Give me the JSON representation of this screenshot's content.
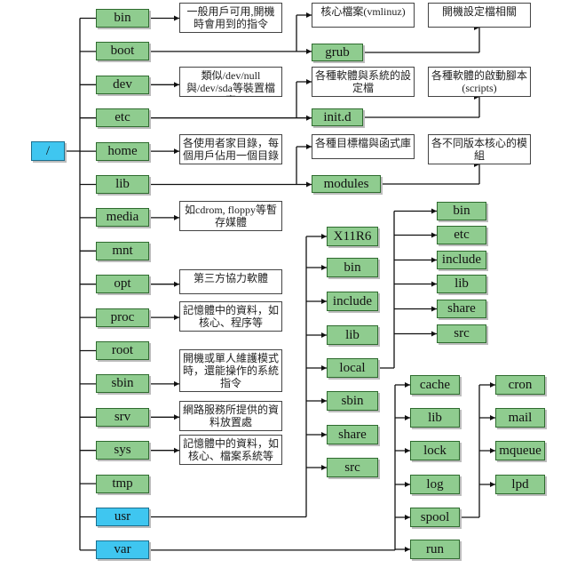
{
  "root": "/",
  "top_dirs": [
    {
      "key": "bin",
      "label": "bin"
    },
    {
      "key": "boot",
      "label": "boot"
    },
    {
      "key": "dev",
      "label": "dev"
    },
    {
      "key": "etc",
      "label": "etc"
    },
    {
      "key": "home",
      "label": "home"
    },
    {
      "key": "lib",
      "label": "lib"
    },
    {
      "key": "media",
      "label": "media"
    },
    {
      "key": "mnt",
      "label": "mnt"
    },
    {
      "key": "opt",
      "label": "opt"
    },
    {
      "key": "proc",
      "label": "proc"
    },
    {
      "key": "root",
      "label": "root"
    },
    {
      "key": "sbin",
      "label": "sbin"
    },
    {
      "key": "srv",
      "label": "srv"
    },
    {
      "key": "sys",
      "label": "sys"
    },
    {
      "key": "tmp",
      "label": "tmp"
    },
    {
      "key": "usr",
      "label": "usr"
    },
    {
      "key": "var",
      "label": "var"
    }
  ],
  "notes": {
    "bin": "一般用戶可用,開機時會用到的指令",
    "dev": "類似/dev/null與/dev/sda等裝置檔案",
    "home": "各使用者家目錄，每個用戶佔用一個目錄",
    "media": "如cdrom, floppy等暫存媒體",
    "opt": "第三方協力軟體",
    "proc": "記憶體中的資料，如核心、程序等",
    "sbin": "開機或單人維護模式時，還能操作的系統指令",
    "srv": "網路服務所提供的資料放置處",
    "sys": "記憶體中的資料，如核心、檔案系統等",
    "boot_kernel": "核心檔案(vmlinuz)",
    "grub": "開機設定檔相關",
    "etc_config": "各種軟體與系統的設定檔",
    "init_d": "各種軟體的啟動腳本(scripts)",
    "lib_func": "各種目標檔與函式庫",
    "modules": "各不同版本核心的模組"
  },
  "sub_nodes": {
    "grub": "grub",
    "init_d": "init.d",
    "modules": "modules"
  },
  "usr_children": [
    "X11R6",
    "bin",
    "include",
    "lib",
    "local",
    "sbin",
    "share",
    "src"
  ],
  "local_children": [
    "bin",
    "etc",
    "include",
    "lib",
    "share",
    "src"
  ],
  "var_children": [
    "cache",
    "lib",
    "lock",
    "log",
    "spool",
    "run"
  ],
  "spool_children": [
    "cron",
    "mail",
    "mqueue",
    "lpd"
  ]
}
